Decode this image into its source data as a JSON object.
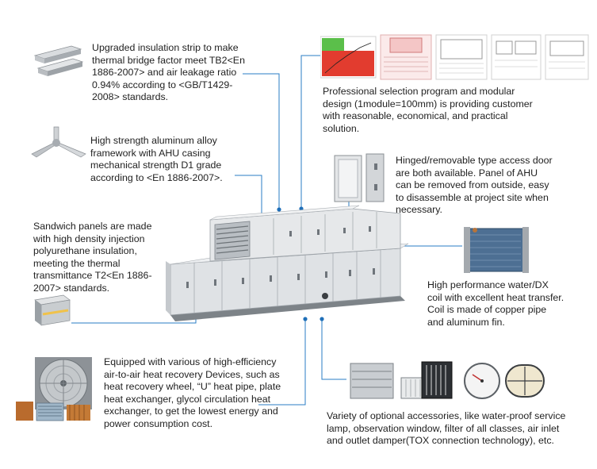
{
  "colors": {
    "leader": "#2a7dc6",
    "dot": "#1f6fb8",
    "text": "#222222",
    "panel": "#d8dbde",
    "panel_dark": "#9aa0a6"
  },
  "features": {
    "insulation_strip": "Upgraded insulation strip to make\nthermal bridge factor meet TB2<En\n1886-2007> and air leakage ratio\n0.94% according to <GB/T1429-\n2008> standards.",
    "aluminum_framework": "High strength aluminum alloy\nframework with AHU casing\nmechanical strength D1 grade\naccording to <En 1886-2007>.",
    "sandwich_panels": "Sandwich panels are made\nwith high density injection\npolyurethane insulation,\nmeeting the thermal\ntransmittance T2<En 1886-\n2007> standards.",
    "heat_recovery": "Equipped with various of high-efficiency\nair-to-air heat recovery Devices, such as\nheat recovery wheel, “U” heat pipe, plate\nheat exchanger, glycol circulation heat\nexchanger, to get the lowest energy and\npower consumption cost.",
    "selection_program": "Professional selection program and modular\ndesign (1module=100mm) is providing customer\nwith reasonable, economical, and practical\nsolution.",
    "access_door": "Hinged/removable type access door\nare both available. Panel of AHU\ncan be removed from outside, easy\nto disassemble at project site when\nnecessary.",
    "coil": "High performance water/DX\ncoil with excellent heat transfer.\nCoil is made of copper pipe\nand aluminum fin.",
    "accessories": "Variety of optional accessories, like water-proof service\nlamp, observation window, filter of all classes, air inlet\nand outlet damper(TOX connection technology), etc."
  },
  "icons": {
    "insulation_strip": "insulation-strip-icon",
    "aluminum_framework": "aluminum-corner-icon",
    "sandwich_panels": "sandwich-panel-icon",
    "heat_recovery": "heat-recovery-wheel-icon",
    "selection_program": "software-screenshots-icon",
    "access_door": "access-door-icon",
    "coil": "coil-icon",
    "accessories": "accessories-icon"
  }
}
